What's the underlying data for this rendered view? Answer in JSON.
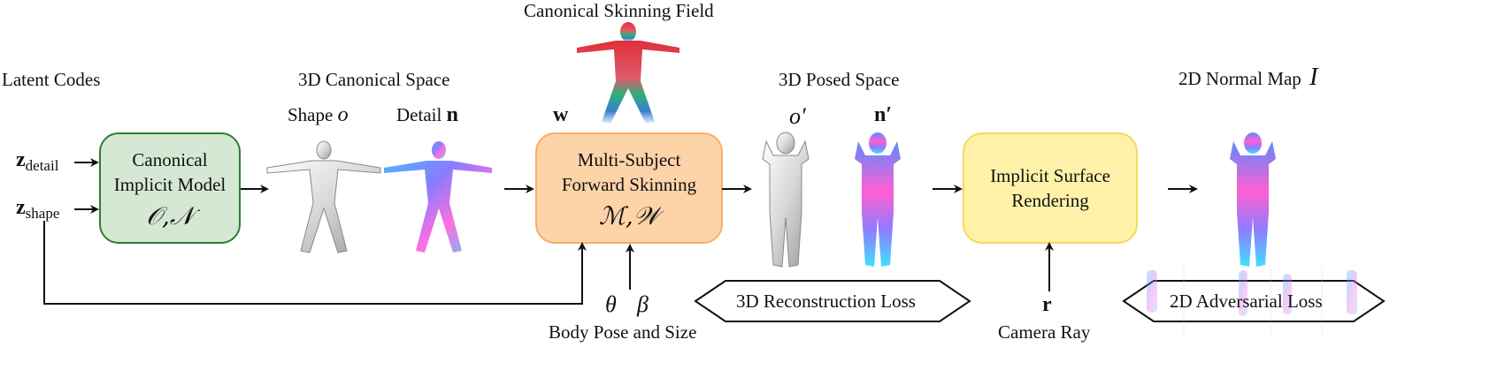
{
  "titles": {
    "latent_codes": "Latent Codes",
    "canonical_space": "3D Canonical Space",
    "skinning_field": "Canonical Skinning Field",
    "posed_space": "3D Posed Space",
    "normal_map": "2D Normal Map"
  },
  "symbols": {
    "normal_map_var": "I",
    "z": "z",
    "z_detail_sub": "detail",
    "z_shape_sub": "shape",
    "shape_label": "Shape",
    "shape_var": "o",
    "detail_label": "Detail",
    "detail_var": "n",
    "w": "w",
    "o_prime": "o′",
    "n_prime": "n′",
    "theta": "θ",
    "beta": "β",
    "r": "r"
  },
  "boxes": {
    "canonical_line1": "Canonical",
    "canonical_line2": "Implicit Model",
    "canonical_math": "𝒪,𝒩",
    "skinning_line1": "Multi-Subject",
    "skinning_line2": "Forward Skinning",
    "skinning_math": "ℳ,𝒲",
    "rendering_line1": "Implicit Surface",
    "rendering_line2": "Rendering"
  },
  "losses": {
    "recon": "3D Reconstruction Loss",
    "adversarial": "2D Adversarial Loss"
  },
  "inputs": {
    "body_pose": "Body Pose and Size",
    "camera_ray": "Camera Ray"
  },
  "colors": {
    "canonical_fill": "#d5e8d4",
    "canonical_border": "#2e7d32",
    "skinning_fill": "#fdd3a8",
    "skinning_border": "#f5b066",
    "render_fill": "#fff2a8",
    "render_border": "#f4d95c"
  }
}
